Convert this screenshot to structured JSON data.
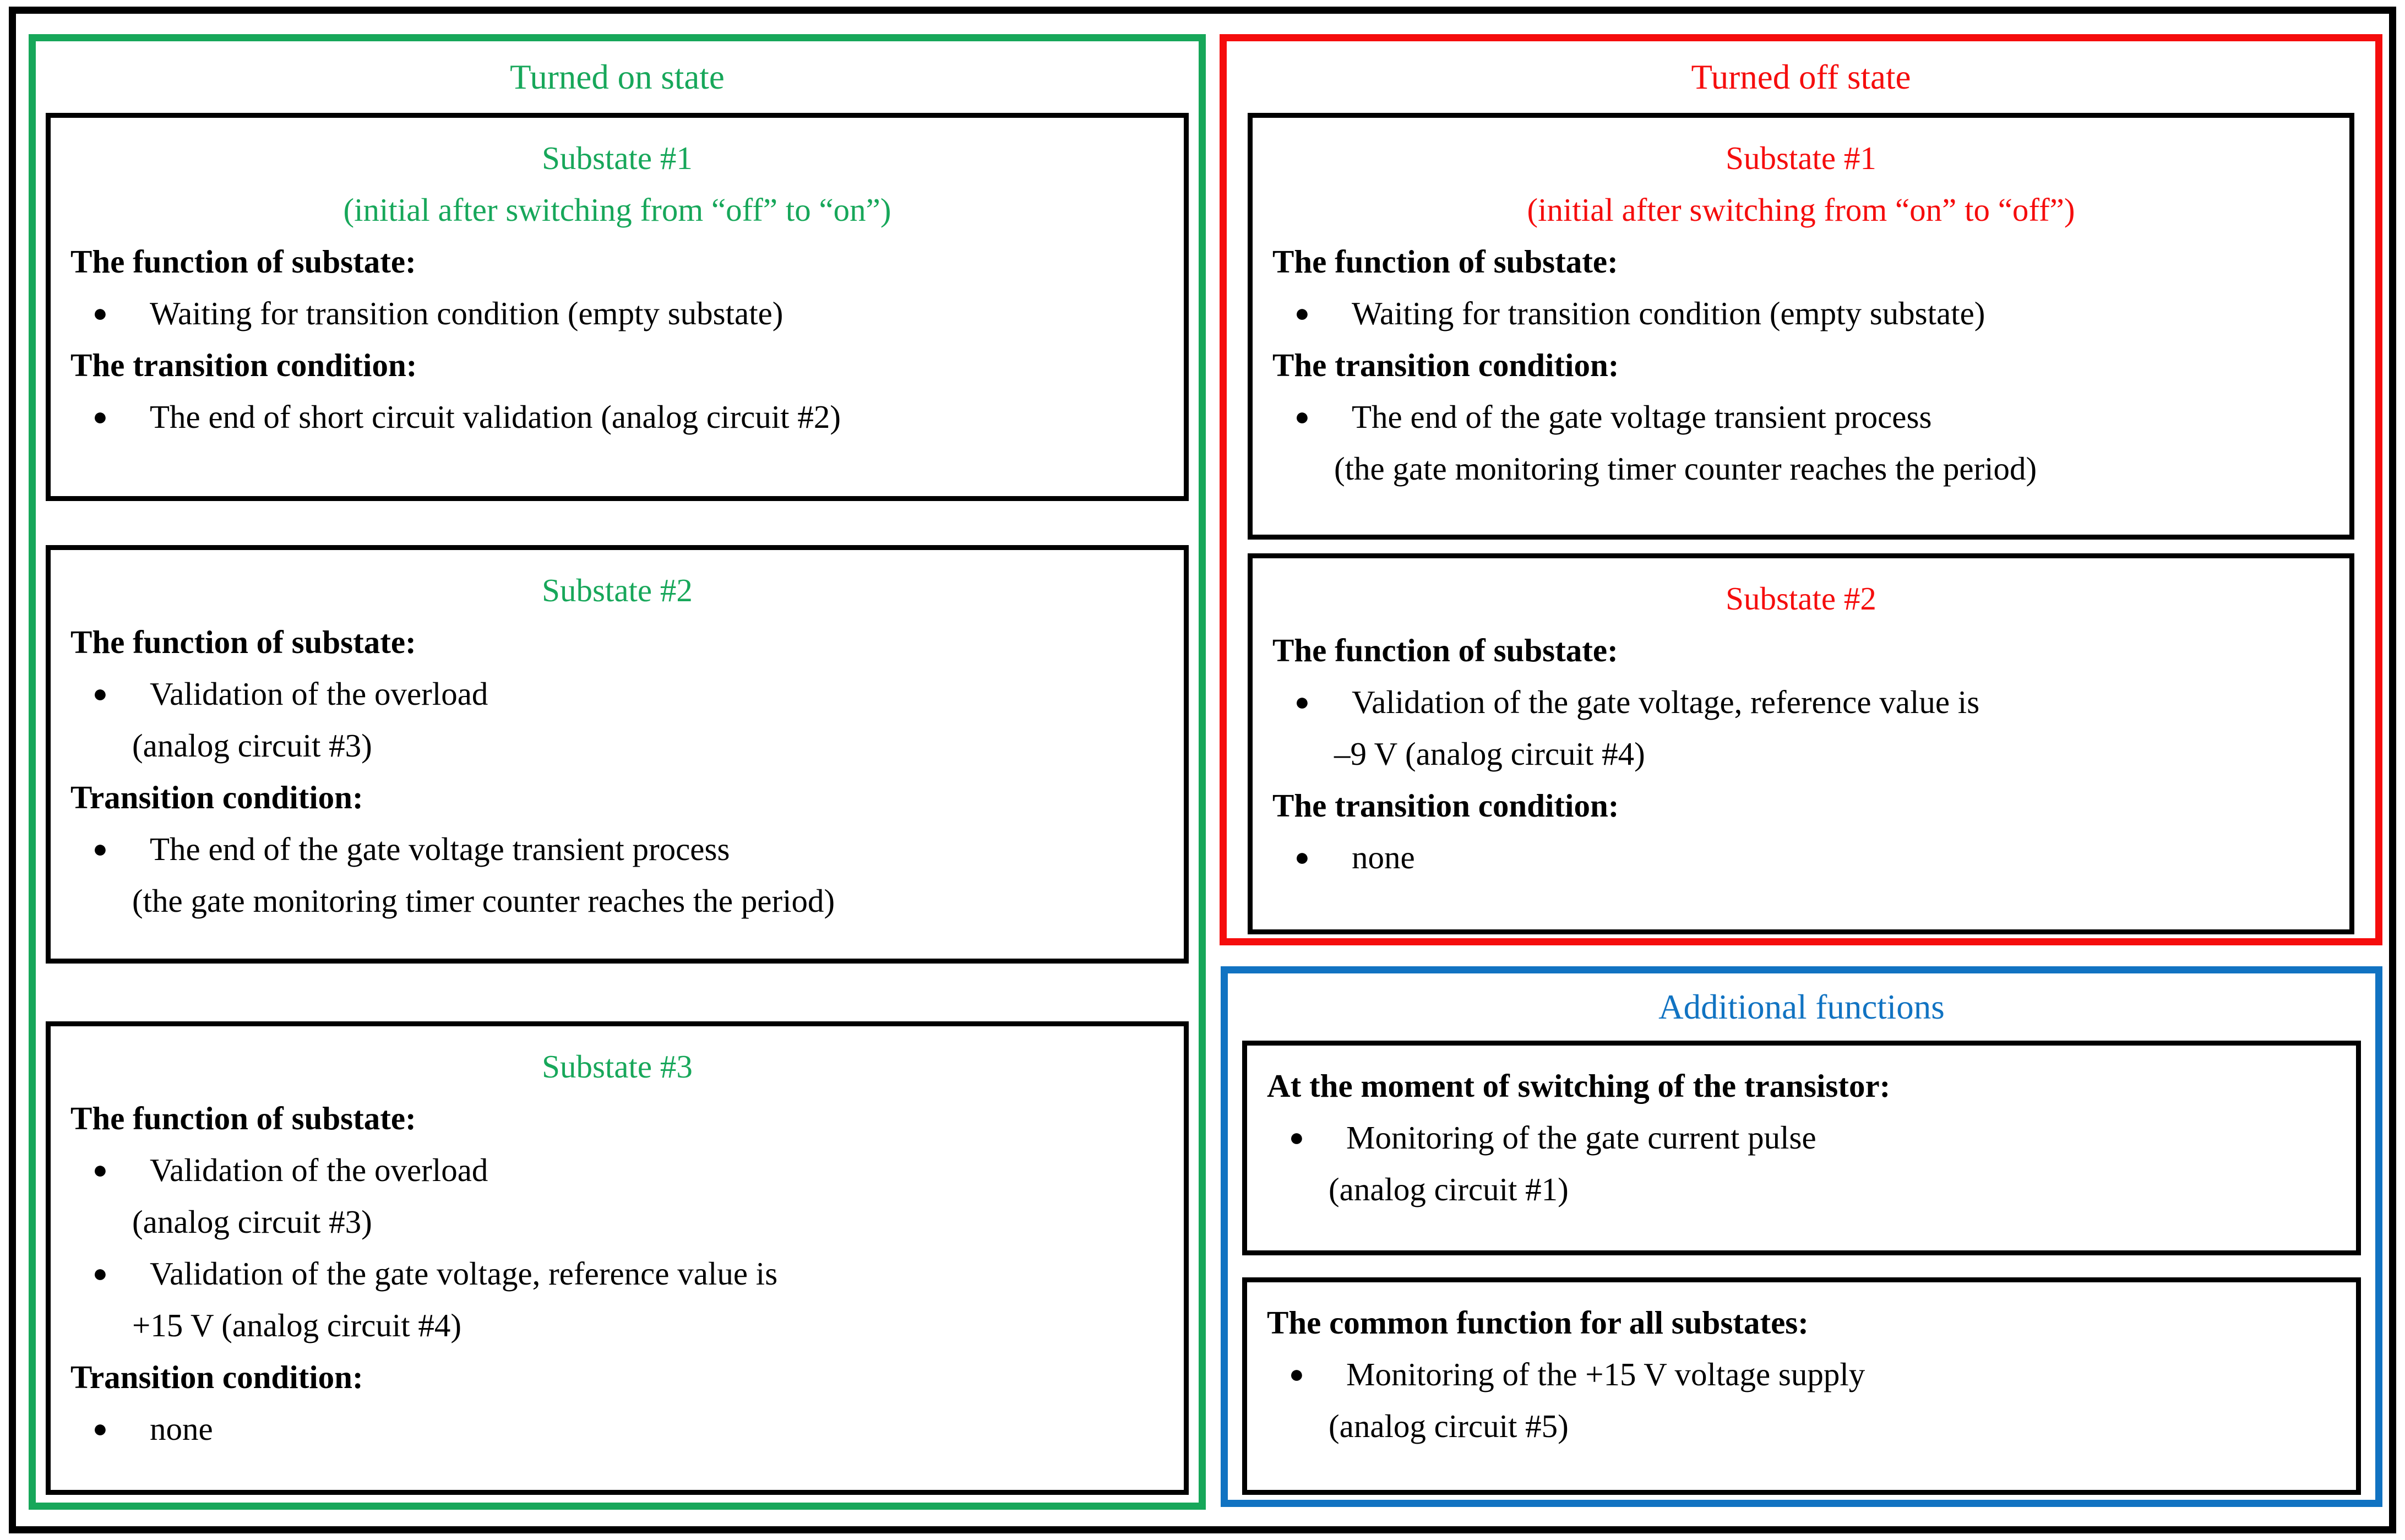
{
  "figure": {
    "bullet_glyph": "●",
    "colors": {
      "green": "#17a75a",
      "red": "#f50d0d",
      "blue": "#1173c2",
      "frame": "#000000",
      "box_border": "#000000"
    },
    "turned_on": {
      "title": "Turned on state",
      "boxes": [
        {
          "lines": [
            {
              "type": "title",
              "text": "Substate #1"
            },
            {
              "type": "subtitle",
              "text": "(initial after switching from “off” to “on”)"
            },
            {
              "type": "header",
              "text": "The function of substate:"
            },
            {
              "type": "bullet",
              "text": "Waiting for transition condition (empty substate)"
            },
            {
              "type": "header",
              "text": "The transition condition:"
            },
            {
              "type": "bullet",
              "text": "The end of short circuit validation (analog circuit #2)"
            }
          ]
        },
        {
          "lines": [
            {
              "type": "title",
              "text": "Substate #2"
            },
            {
              "type": "header",
              "text": "The function of substate:"
            },
            {
              "type": "bullet",
              "text": "Validation of the overload"
            },
            {
              "type": "cont",
              "text": "(analog circuit #3)"
            },
            {
              "type": "header",
              "text": "Transition condition:"
            },
            {
              "type": "bullet",
              "text": "The end of the gate voltage transient process"
            },
            {
              "type": "cont",
              "text": "(the gate monitoring timer counter reaches the period)"
            }
          ]
        },
        {
          "lines": [
            {
              "type": "title",
              "text": "Substate #3"
            },
            {
              "type": "header",
              "text": "The function of substate:"
            },
            {
              "type": "bullet",
              "text": "Validation of the overload"
            },
            {
              "type": "cont",
              "text": "(analog circuit #3)"
            },
            {
              "type": "bullet",
              "text": "Validation of the gate voltage, reference value is"
            },
            {
              "type": "cont",
              "text": "+15 V (analog circuit #4)"
            },
            {
              "type": "header",
              "text": "Transition condition:"
            },
            {
              "type": "bullet",
              "text": "none"
            }
          ]
        }
      ]
    },
    "turned_off": {
      "title": "Turned off state",
      "boxes": [
        {
          "lines": [
            {
              "type": "title",
              "text": "Substate #1"
            },
            {
              "type": "subtitle",
              "text": "(initial after switching from “on” to “off”)"
            },
            {
              "type": "header",
              "text": "The function of substate:"
            },
            {
              "type": "bullet",
              "text": "Waiting for transition condition (empty substate)"
            },
            {
              "type": "header",
              "text": "The transition condition:"
            },
            {
              "type": "bullet",
              "text": "The end of the gate voltage transient process"
            },
            {
              "type": "cont",
              "text": "(the gate monitoring timer counter reaches the period)"
            }
          ]
        },
        {
          "lines": [
            {
              "type": "title",
              "text": "Substate #2"
            },
            {
              "type": "header",
              "text": "The function of substate:"
            },
            {
              "type": "bullet",
              "text": "Validation of the gate voltage, reference value is"
            },
            {
              "type": "cont",
              "text": "–9 V (analog circuit #4)"
            },
            {
              "type": "header",
              "text": "The transition condition:"
            },
            {
              "type": "bullet",
              "text": "none"
            }
          ]
        }
      ]
    },
    "additional": {
      "title": "Additional functions",
      "boxes": [
        {
          "lines": [
            {
              "type": "header",
              "text": "At the moment of switching of the transistor:"
            },
            {
              "type": "bullet",
              "text": "Monitoring of the gate current pulse"
            },
            {
              "type": "cont",
              "text": "(analog circuit #1)"
            }
          ]
        },
        {
          "lines": [
            {
              "type": "header",
              "text": "The common function for all substates:"
            },
            {
              "type": "bullet",
              "text": "Monitoring of the +15 V voltage supply"
            },
            {
              "type": "cont",
              "text": "(analog circuit #5)"
            }
          ]
        }
      ]
    }
  }
}
